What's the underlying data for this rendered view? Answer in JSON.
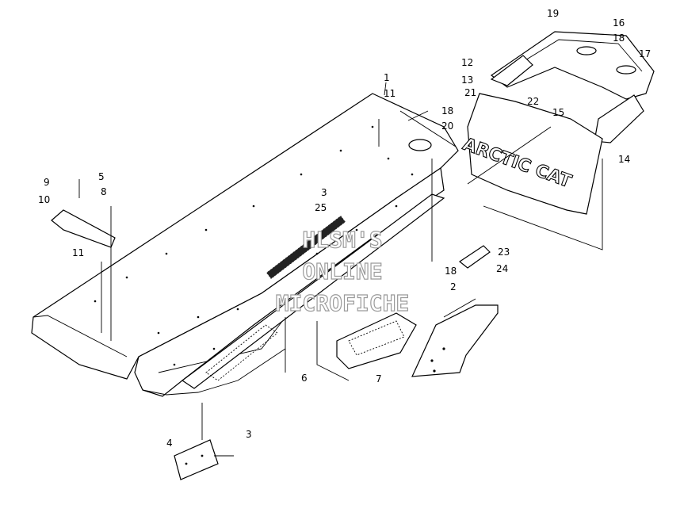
{
  "callouts": {
    "c1": "1",
    "c2": "2",
    "c3a": "3",
    "c3b": "3",
    "c4": "4",
    "c5": "5",
    "c6": "6",
    "c7": "7",
    "c8": "8",
    "c9": "9",
    "c10": "10",
    "c11a": "11",
    "c11b": "11",
    "c12": "12",
    "c13": "13",
    "c14": "14",
    "c15": "15",
    "c16": "16",
    "c17": "17",
    "c18a": "18",
    "c18b": "18",
    "c18c": "18",
    "c19": "19",
    "c20": "20",
    "c21": "21",
    "c22": "22",
    "c23": "23",
    "c24": "24",
    "c25": "25"
  },
  "flap_brand": "ARCTIC CAT",
  "watermark": [
    "HLSM'S",
    "ONLINE",
    "MICROFICHE"
  ]
}
